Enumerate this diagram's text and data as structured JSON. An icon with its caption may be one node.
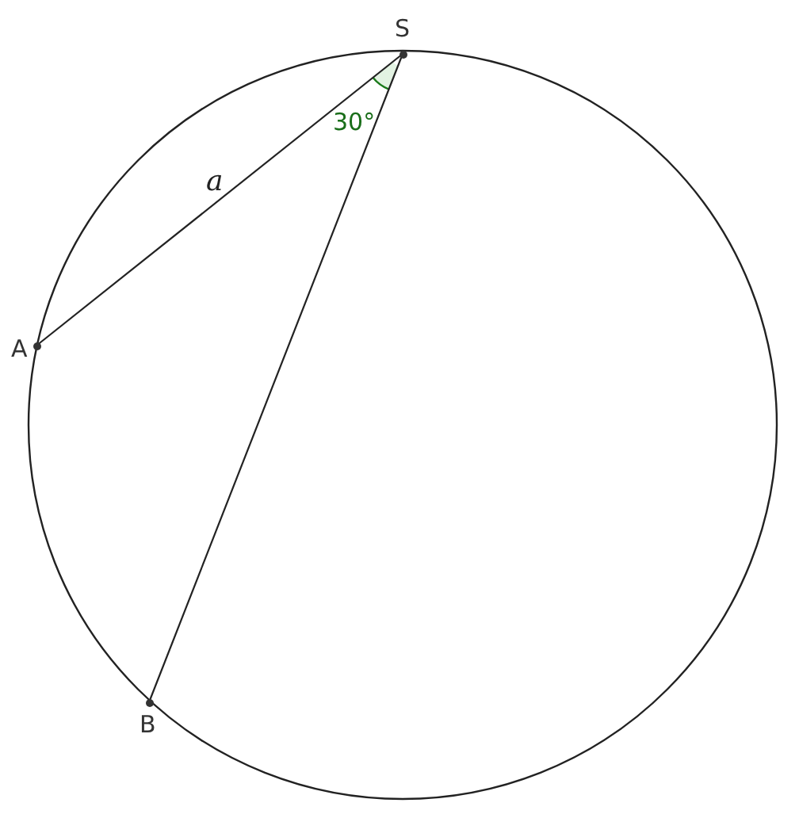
{
  "diagram": {
    "nodes": [
      {
        "text": [
          "S"
        ]
      },
      {
        "text": [
          "A"
        ]
      },
      {
        "text": [
          "B"
        ]
      }
    ],
    "edges": [
      {
        "from": 0,
        "to": 1,
        "arrow": "none",
        "label": "a"
      },
      {
        "from": 0,
        "to": 2,
        "arrow": "none"
      }
    ],
    "labels": [
      "30°"
    ]
  }
}
